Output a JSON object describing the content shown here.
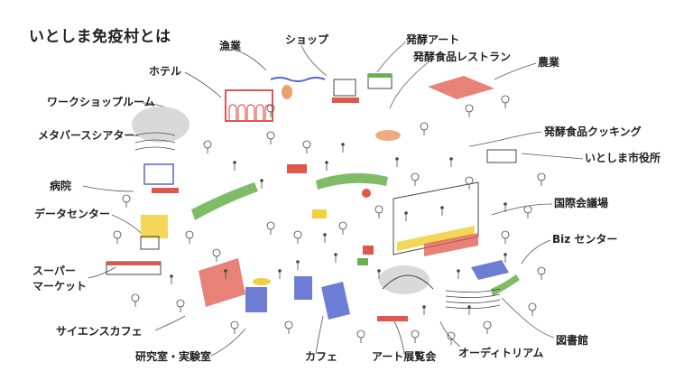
{
  "title": "いとしま免疫村とは",
  "labels": {
    "fishery": "漁業",
    "shop": "ショップ",
    "fermentation_art": "発酵アート",
    "fermented_food_restaurant": "発酵食品レストラン",
    "agriculture": "農業",
    "hotel": "ホテル",
    "workshop_room": "ワークショップルーム",
    "metaverse_theater": "メタバースシアター",
    "fermented_food_cooking": "発酵食品クッキング",
    "city_hall": "いとしま市役所",
    "hospital": "病院",
    "international_conference": "国際会議場",
    "data_center": "データセンター",
    "biz_center": "Biz センター",
    "supermarket_line1": "スーパー",
    "supermarket_line2": "マーケット",
    "science_cafe": "サイエンスカフェ",
    "library": "図書館",
    "lab": "研究室・実験室",
    "cafe": "カフェ",
    "art_exhibition": "アート展覧会",
    "auditorium": "オーディトリアム"
  },
  "colors": {
    "line": "#555555",
    "red": "#e0574b",
    "blue": "#5566cc",
    "yellow": "#f2cf3c",
    "green": "#6ab04c",
    "gray": "#d9d9d9",
    "orange": "#e8874a"
  }
}
